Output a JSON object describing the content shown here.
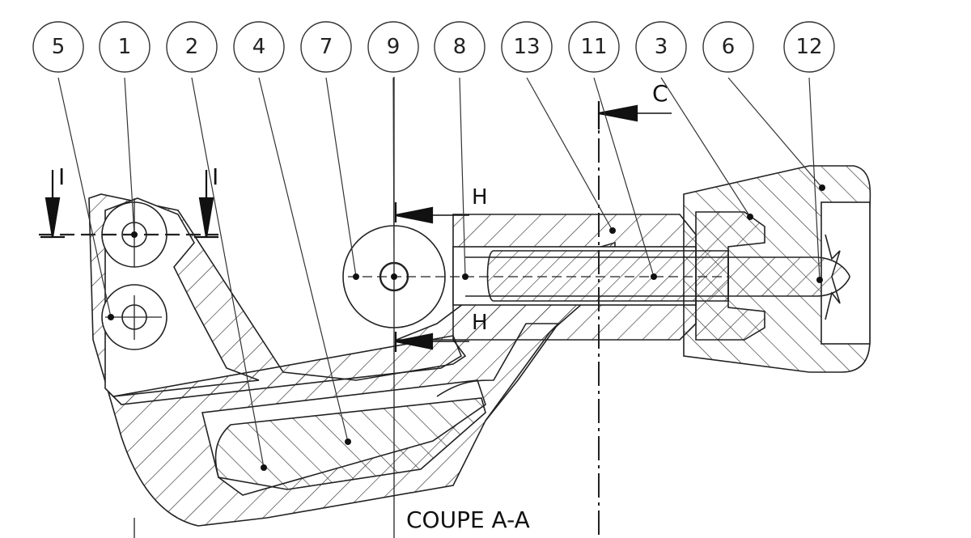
{
  "drawing": {
    "title": "COUPE A-A",
    "section_markers": {
      "vertical_section_label": "I",
      "horizontal_section_label": "H",
      "view_label": "C"
    },
    "balloons": [
      {
        "id": "5"
      },
      {
        "id": "1"
      },
      {
        "id": "2"
      },
      {
        "id": "4"
      },
      {
        "id": "7"
      },
      {
        "id": "9"
      },
      {
        "id": "8"
      },
      {
        "id": "13"
      },
      {
        "id": "11"
      },
      {
        "id": "3"
      },
      {
        "id": "6"
      },
      {
        "id": "12"
      }
    ],
    "colors": {
      "line": "#222222",
      "background": "#ffffff"
    }
  }
}
